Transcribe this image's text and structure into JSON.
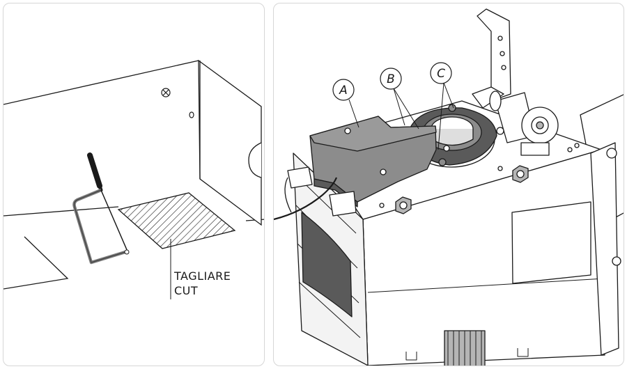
{
  "left_panel": {
    "cut_label_line1": "TAGLIARE",
    "cut_label_line2": "CUT"
  },
  "right_panel": {
    "callouts": [
      {
        "letter": "A"
      },
      {
        "letter": "B"
      },
      {
        "letter": "C"
      }
    ]
  },
  "colors": {
    "line": "#1a1a1a",
    "body_fill": "#ffffff",
    "part_gray": "#8c8c8c",
    "dark_gray": "#5a5a5a",
    "mid_gray": "#b5b5b5",
    "light_gray": "#dedede"
  }
}
